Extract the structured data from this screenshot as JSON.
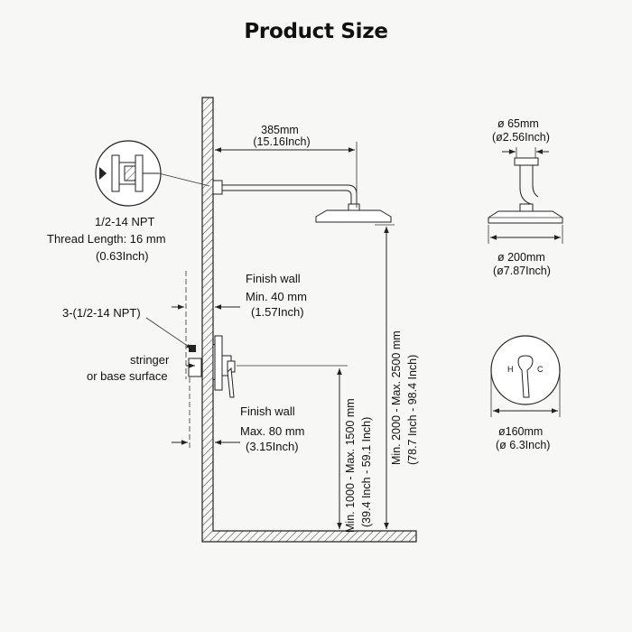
{
  "title": "Product Size",
  "arm": {
    "mm": "385mm",
    "inch": "(15.16Inch)"
  },
  "thread": {
    "line1": "1/2-14 NPT",
    "line2": "Thread Length: 16 mm",
    "line3": "(0.63Inch)"
  },
  "wall1": {
    "label": "Finish wall",
    "min": "Min. 40 mm",
    "inch": "(1.57Inch)"
  },
  "valve_thread": "3-(1/2-14 NPT)",
  "stringer": {
    "line1": "stringer",
    "line2": "or base surface"
  },
  "wall2": {
    "label": "Finish wall",
    "max": "Max. 80 mm",
    "inch": "(3.15Inch)"
  },
  "valve_height": {
    "mm": "Min. 1000 - Max. 1500 mm",
    "inch": "(39.4 Inch - 59.1 Inch)"
  },
  "head_height": {
    "mm": "Min. 2000 - Max. 2500 mm",
    "inch": "(78.7 Inch - 98.4 Inch)"
  },
  "flange": {
    "mm": "ø 65mm",
    "inch": "(ø2.56Inch)"
  },
  "head": {
    "mm": "ø 200mm",
    "inch": "(ø7.87Inch)"
  },
  "trim": {
    "mm": "ø160mm",
    "inch": "(ø 6.3Inch)",
    "hot": "H",
    "cold": "C"
  }
}
